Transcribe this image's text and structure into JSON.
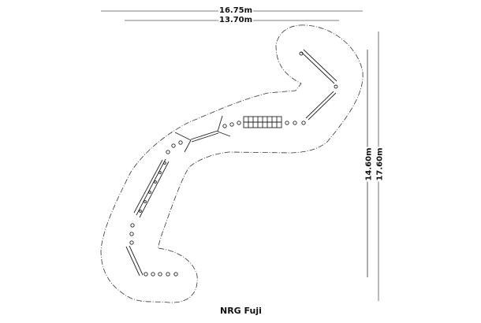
{
  "title": "NRG Fuji",
  "dimensions": {
    "width_outer": "16.75m",
    "width_inner": "13.70m",
    "height_inner": "14.60m",
    "height_outer": "17.60m"
  }
}
